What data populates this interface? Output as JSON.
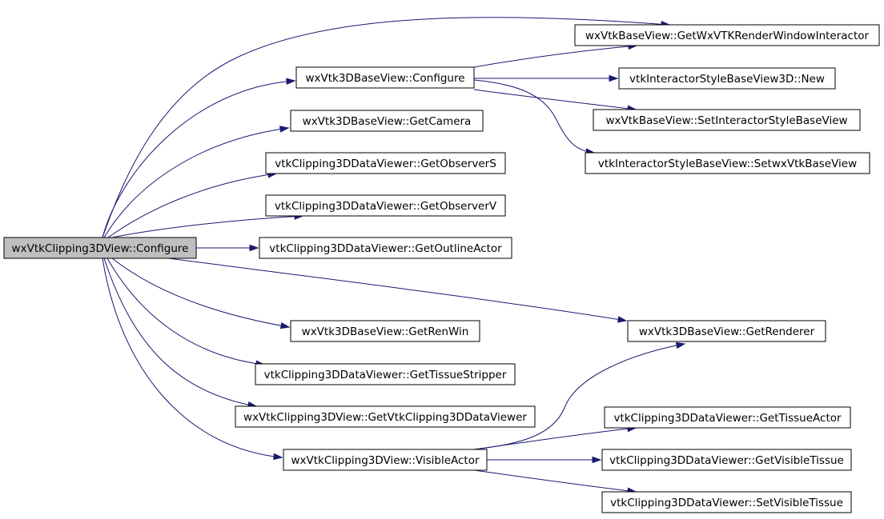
{
  "graph": {
    "nodes": [
      {
        "id": "root",
        "label": "wxVtkClipping3DView::Configure",
        "root": true
      },
      {
        "id": "getrwi",
        "label": "wxVtkBaseView::GetWxVTKRenderWindowInteractor"
      },
      {
        "id": "configure3d",
        "label": "wxVtk3DBaseView::Configure"
      },
      {
        "id": "istyle_new",
        "label": "vtkInteractorStyleBaseView3D::New"
      },
      {
        "id": "set_istyle",
        "label": "wxVtkBaseView::SetInteractorStyleBaseView"
      },
      {
        "id": "getcamera",
        "label": "wxVtk3DBaseView::GetCamera"
      },
      {
        "id": "set_wxvtk",
        "label": "vtkInteractorStyleBaseView::SetwxVtkBaseView"
      },
      {
        "id": "getobs_s",
        "label": "vtkClipping3DDataViewer::GetObserverS"
      },
      {
        "id": "getobs_v",
        "label": "vtkClipping3DDataViewer::GetObserverV"
      },
      {
        "id": "getoutline",
        "label": "vtkClipping3DDataViewer::GetOutlineActor"
      },
      {
        "id": "getrenwin",
        "label": "wxVtk3DBaseView::GetRenWin"
      },
      {
        "id": "getrenderer",
        "label": "wxVtk3DBaseView::GetRenderer"
      },
      {
        "id": "gettissuestripper",
        "label": "vtkClipping3DDataViewer::GetTissueStripper"
      },
      {
        "id": "getvtkviewer",
        "label": "wxVtkClipping3DView::GetVtkClipping3DDataViewer"
      },
      {
        "id": "gettissueactor",
        "label": "vtkClipping3DDataViewer::GetTissueActor"
      },
      {
        "id": "visibleactor",
        "label": "wxVtkClipping3DView::VisibleActor"
      },
      {
        "id": "getvisibletissue",
        "label": "vtkClipping3DDataViewer::GetVisibleTissue"
      },
      {
        "id": "setvisibletissue",
        "label": "vtkClipping3DDataViewer::SetVisibleTissue"
      }
    ],
    "edges": [
      {
        "from": "root",
        "to": "getrwi"
      },
      {
        "from": "root",
        "to": "configure3d"
      },
      {
        "from": "root",
        "to": "getcamera"
      },
      {
        "from": "root",
        "to": "getobs_s"
      },
      {
        "from": "root",
        "to": "getobs_v"
      },
      {
        "from": "root",
        "to": "getoutline"
      },
      {
        "from": "root",
        "to": "getrenderer"
      },
      {
        "from": "root",
        "to": "getrenwin"
      },
      {
        "from": "root",
        "to": "gettissuestripper"
      },
      {
        "from": "root",
        "to": "getvtkviewer"
      },
      {
        "from": "root",
        "to": "visibleactor"
      },
      {
        "from": "configure3d",
        "to": "getrwi"
      },
      {
        "from": "configure3d",
        "to": "istyle_new"
      },
      {
        "from": "configure3d",
        "to": "set_istyle"
      },
      {
        "from": "configure3d",
        "to": "set_wxvtk"
      },
      {
        "from": "visibleactor",
        "to": "getrenderer"
      },
      {
        "from": "visibleactor",
        "to": "gettissueactor"
      },
      {
        "from": "visibleactor",
        "to": "getvisibletissue"
      },
      {
        "from": "visibleactor",
        "to": "setvisibletissue"
      }
    ]
  },
  "colors": {
    "edge": "#191970",
    "root_fill": "#bfbfbf",
    "node_fill": "#ffffff",
    "node_stroke": "#000000"
  }
}
